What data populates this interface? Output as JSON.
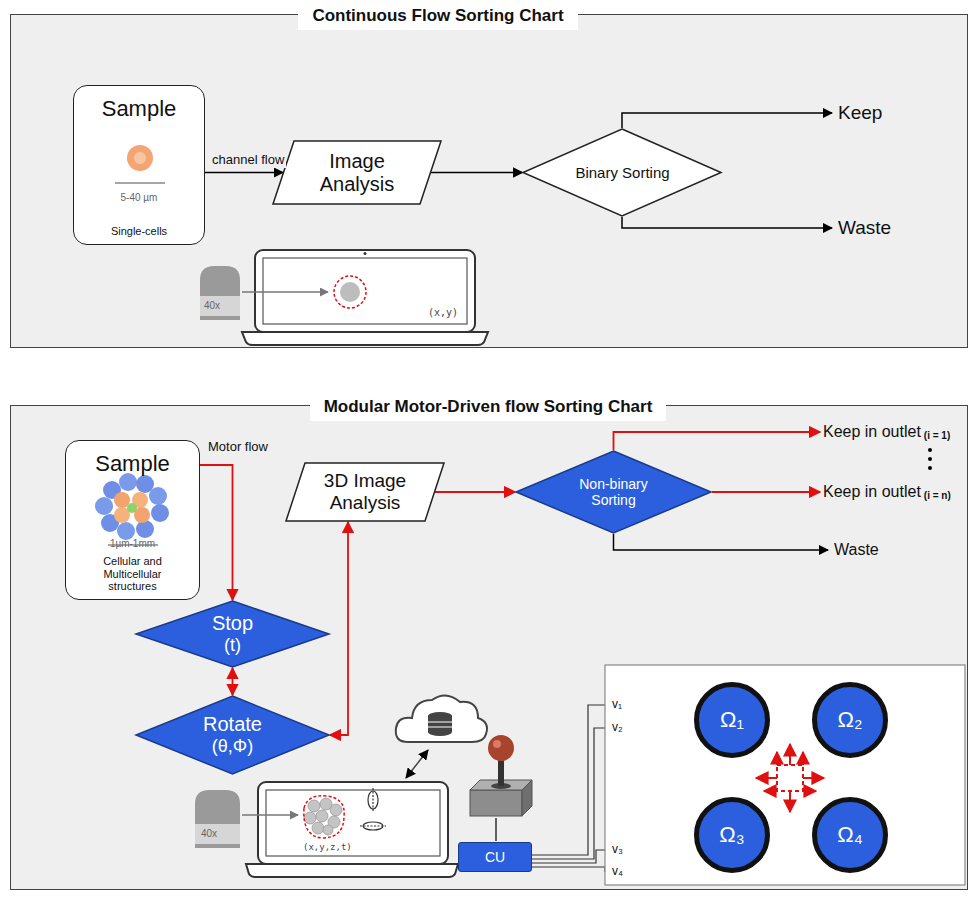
{
  "diagram": {
    "nodes": [
      {
        "text": [
          "Continuous Flow Sorting Chart"
        ]
      },
      {
        "text": [
          "Sample",
          "5-40 µm",
          "Single-cells"
        ],
        "in": 0
      },
      {
        "text": [
          "Image Analysis"
        ],
        "in": 0
      },
      {
        "text": [
          "Binary Sorting"
        ],
        "in": 0
      },
      {
        "text": [
          "Modular Motor-Driven flow Sorting Chart"
        ]
      },
      {
        "text": [
          "Sample",
          "1µm-1mm",
          "Cellular and Multicellular structures"
        ],
        "in": 4
      },
      {
        "text": [
          "Stop",
          "(t)"
        ],
        "in": 4
      },
      {
        "text": [
          "Rotate",
          "(θ,Φ)"
        ],
        "in": 4
      },
      {
        "text": [
          "3D Image Analysis"
        ],
        "in": 4
      },
      {
        "text": [
          "Non-binary Sorting"
        ],
        "in": 4
      },
      {
        "text": [
          "CU"
        ],
        "in": 4
      },
      {
        "text": [
          "Ω₁"
        ],
        "in": 4
      },
      {
        "text": [
          "Ω₂"
        ],
        "in": 4
      },
      {
        "text": [
          "Ω₃"
        ],
        "in": 4
      },
      {
        "text": [
          "Ω₄"
        ],
        "in": 4
      }
    ],
    "edges": [
      {
        "from": 1,
        "to": 2,
        "arrow": "to",
        "label": "channel flow"
      },
      {
        "from": 2,
        "to": 3,
        "arrow": "to"
      },
      {
        "from": 5,
        "to": 6,
        "arrow": "to",
        "label": "Motor flow"
      },
      {
        "from": 6,
        "to": 7,
        "arrow": "both"
      },
      {
        "from": 7,
        "to": 8,
        "arrow": "both"
      },
      {
        "from": 8,
        "to": 9,
        "arrow": "to"
      }
    ],
    "labels": [
      "Keep",
      "Waste",
      "40x",
      "(x,y)",
      "Keep in outlet",
      "(i = 1)",
      "Keep in outlet",
      "(i = n)",
      "Waste",
      "40x",
      "(x,y,z,t)",
      "v₁",
      "v₂",
      "v₃",
      "v₄"
    ]
  }
}
